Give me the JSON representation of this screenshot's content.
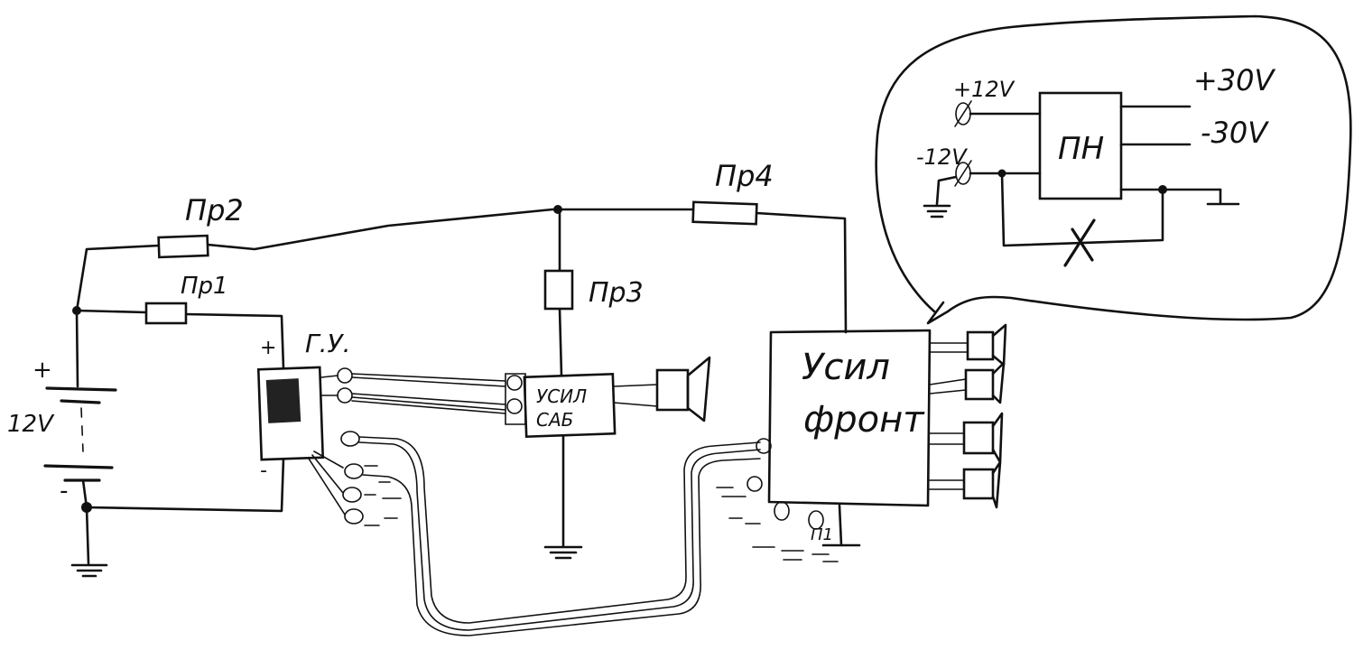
{
  "labels": {
    "fuse_pr2": "Пр2",
    "fuse_pr1": "Пр1",
    "fuse_pr3": "Пр3",
    "fuse_pr4": "Пр4",
    "battery_plus": "+",
    "battery_minus": "-",
    "battery_voltage": "12V",
    "head_unit": "Г.У.",
    "head_unit_plus": "+",
    "head_unit_minus": "-",
    "sub_amp_line1": "УСИЛ",
    "sub_amp_line2": "САБ",
    "front_amp_line1": "Усил",
    "front_amp_line2": "фронт",
    "front_fuse_small": "П1",
    "converter": "ПН",
    "in_plus": "+12V",
    "in_minus": "-12V",
    "out_plus": "+30V",
    "out_minus": "-30V"
  }
}
